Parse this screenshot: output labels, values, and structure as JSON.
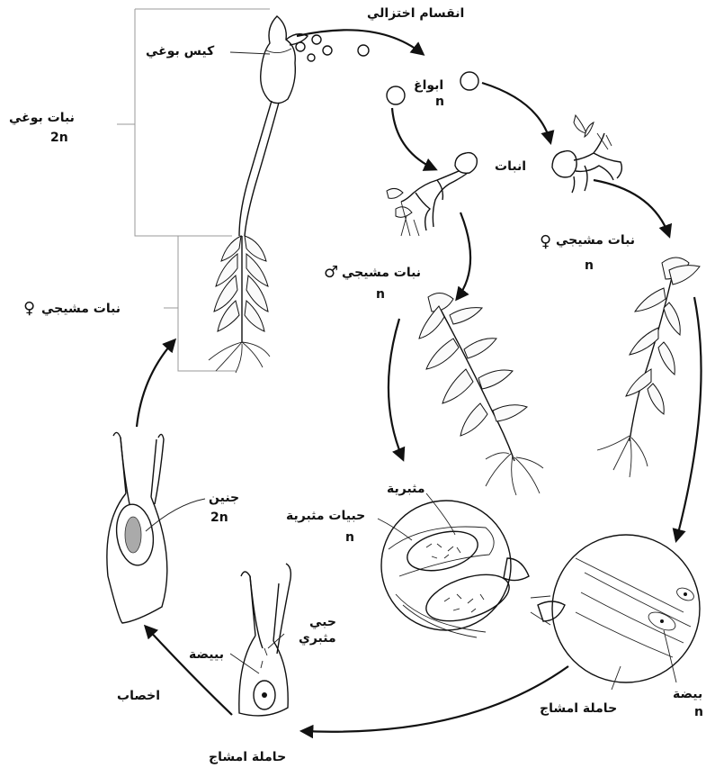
{
  "labels": {
    "meiosis": "انقسام اختزالي",
    "spore_capsule": "كيس بوغي",
    "sporophyte": "نبات بوغي",
    "sporophyte_ploidy": "2n",
    "spores": "ابواغ",
    "spores_ploidy": "n",
    "germination": "انبات",
    "male_gametophyte": "نبات مشيجي",
    "male_gametophyte_ploidy": "n",
    "female_gametophyte_right": "نبات مشيجي",
    "female_gametophyte_right_ploidy": "n",
    "female_gametophyte_left": "نبات مشيجي",
    "antheridium": "مثبرية",
    "sperm_cells": "حبيات مثبرية",
    "sperm_cells_ploidy": "n",
    "embryo": "جنين",
    "embryo_ploidy": "2n",
    "sperm": "حبي",
    "sperm_line2": "مثبري",
    "egg_left": "بييضة",
    "egg_right": "بيضة",
    "egg_right_ploidy": "n",
    "fertilization": "اخصاب",
    "archegonium_right": "حاملة امشاج",
    "archegonium_bottom": "حاملة امشاج"
  },
  "symbols": {
    "male": "♂",
    "female": "♀"
  },
  "colors": {
    "ink": "#111111",
    "bracket": "#999999",
    "background": "#ffffff"
  }
}
